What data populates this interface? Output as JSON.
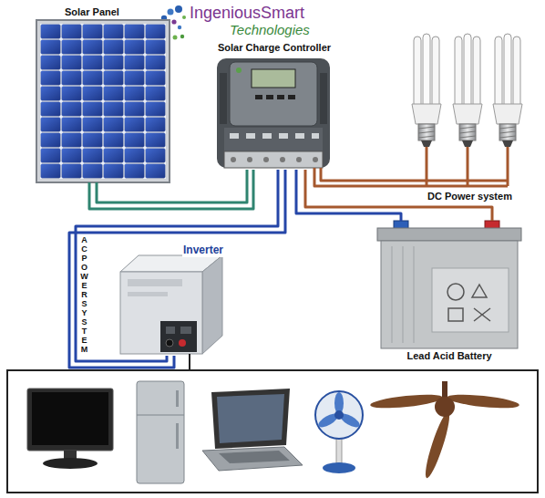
{
  "diagram": {
    "nodes": [
      {
        "text": [
          "Solar Panel"
        ]
      },
      {
        "text": [
          "Solar Charge Controller"
        ]
      },
      {
        "text": [
          "Inverter"
        ]
      },
      {
        "text": [
          "Lead Acid Battery"
        ]
      }
    ],
    "edges": [
      {
        "from": 0,
        "to": 1,
        "arrow": "none"
      },
      {
        "from": 1,
        "to": 2,
        "arrow": "none"
      },
      {
        "from": 1,
        "to": 3,
        "arrow": "none"
      }
    ],
    "labels": [
      "IngeniousSmart",
      "Technologies",
      "DC Power system",
      "AC POWER SYSTEM"
    ]
  }
}
